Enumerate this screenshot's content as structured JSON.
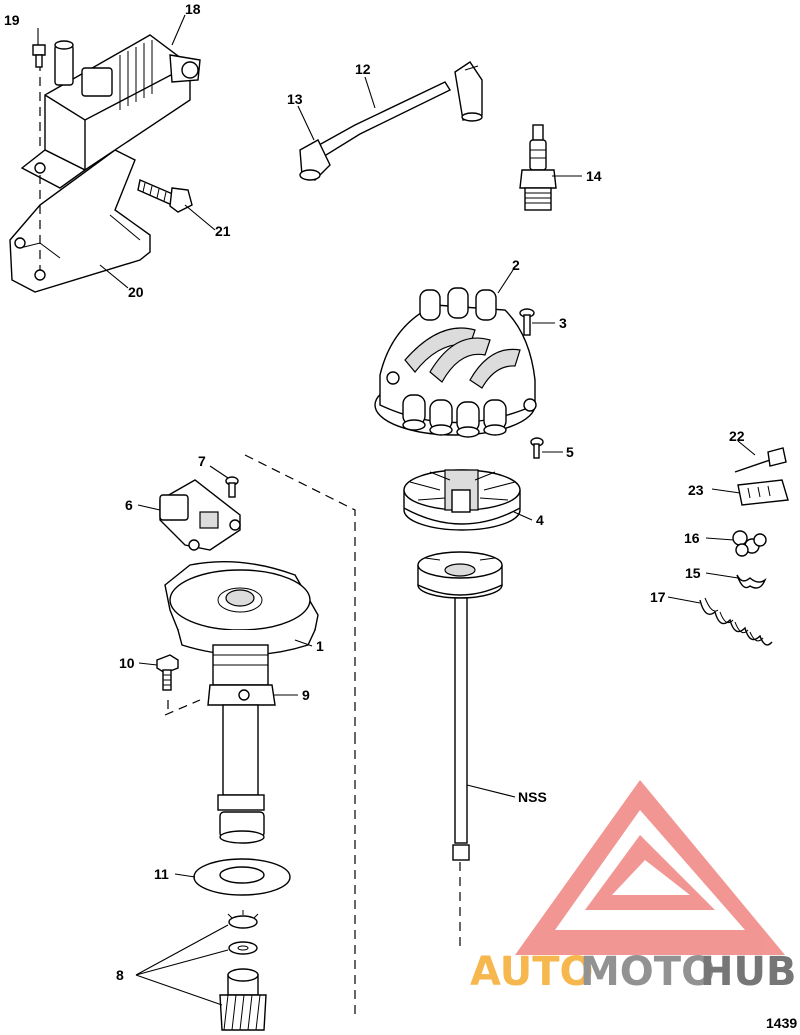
{
  "figure_number": "1439",
  "watermark": {
    "left": "AUTO",
    "mid": "MOTO",
    "right": "HUB",
    "color_orange": "#f5a623",
    "color_gray": "#555555",
    "color_red": "#e8413c"
  },
  "callouts": [
    "19",
    "18",
    "12",
    "13",
    "14",
    "20",
    "21",
    "2",
    "3",
    "5",
    "22",
    "23",
    "7",
    "6",
    "4",
    "16",
    "15",
    "17",
    "1",
    "10",
    "9",
    "NSS",
    "11",
    "8"
  ]
}
